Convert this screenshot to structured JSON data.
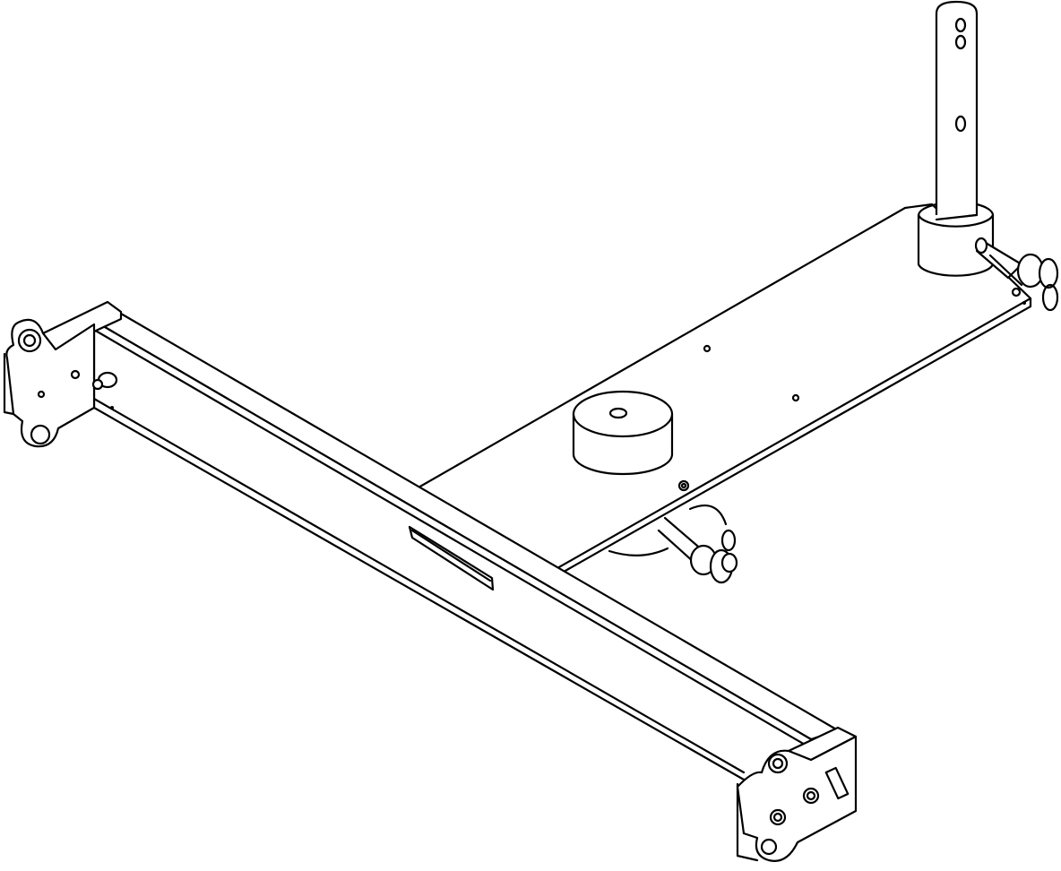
{
  "drawing": {
    "line_color": "#000000",
    "background_color": "#ffffff",
    "parts": [
      "long-crossbar",
      "center-plate",
      "vertical-post",
      "post-collar",
      "lock-pin-right",
      "lock-pin-lower",
      "center-cylinder",
      "end-plate-left",
      "end-plate-right",
      "label-plate"
    ]
  }
}
